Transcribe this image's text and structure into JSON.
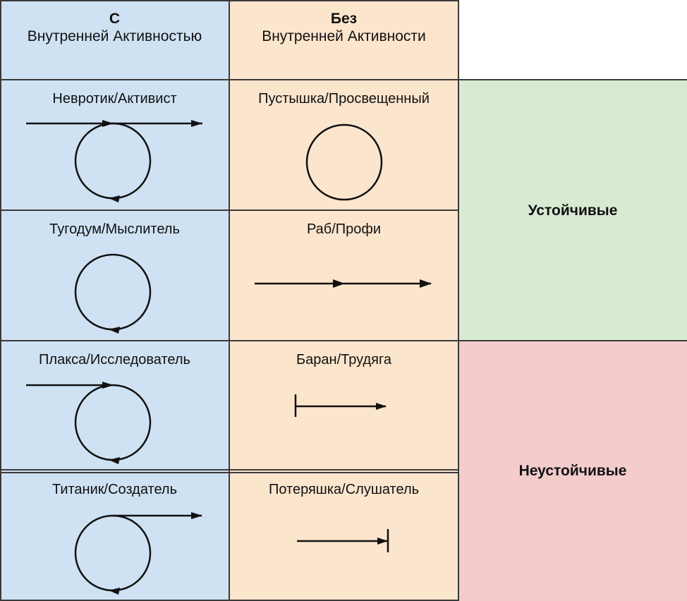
{
  "colors": {
    "with_activity_bg": "#cfe2f3",
    "without_activity_bg": "#fce5cd",
    "stable_bg": "#d9ead3",
    "unstable_bg": "#f4cccc",
    "border": "#3a3a3a",
    "stroke": "#111111"
  },
  "header": {
    "col1": {
      "title": "С",
      "subtitle": "Внутренней Активностью"
    },
    "col2": {
      "title": "Без",
      "subtitle": "Внутренней Активности"
    }
  },
  "rows": [
    {
      "with": {
        "label": "Невротик/Активист",
        "icon": "arrow-through-loop"
      },
      "without": {
        "label": "Пустышка/Просвещенный",
        "icon": "closed-circle"
      }
    },
    {
      "with": {
        "label": "Тугодум/Мыслитель",
        "icon": "loop-cycle"
      },
      "without": {
        "label": "Раб/Профи",
        "icon": "double-arrow-line"
      }
    },
    {
      "with": {
        "label": "Плакса/Исследователь",
        "icon": "arrow-into-loop"
      },
      "without": {
        "label": "Баран/Трудяга",
        "icon": "start-bar-arrow"
      }
    },
    {
      "with": {
        "label": "Титаник/Создатель",
        "icon": "loop-out-arrow"
      },
      "without": {
        "label": "Потеряшка/Слушатель",
        "icon": "arrow-to-stop-bar"
      }
    }
  ],
  "groups": {
    "stable": "Устойчивые",
    "unstable": "Неустойчивые"
  }
}
